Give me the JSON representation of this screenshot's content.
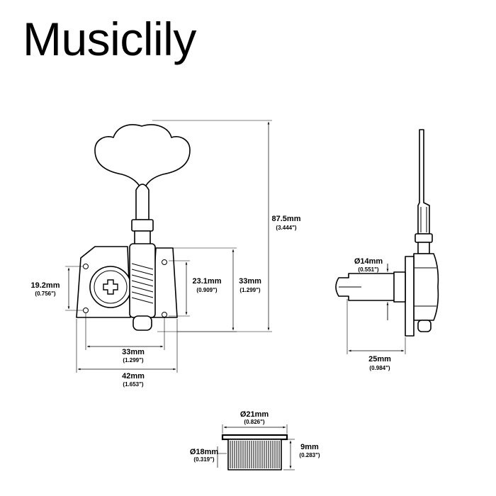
{
  "brand": {
    "name": "Musiclily"
  },
  "dimensions": {
    "total_length": {
      "mm": "87.5mm",
      "inch": "(3.444\")"
    },
    "plate_height": {
      "mm": "33mm",
      "inch": "(1.299\")"
    },
    "inner_height": {
      "mm": "23.1mm",
      "inch": "(0.909\")"
    },
    "hole_spacing": {
      "mm": "19.2mm",
      "inch": "(0.756\")"
    },
    "hole_width": {
      "mm": "33mm",
      "inch": "(1.299\")"
    },
    "plate_width": {
      "mm": "42mm",
      "inch": "(1.653\")"
    },
    "post_diameter": {
      "mm": "Ø14mm",
      "inch": "(0.551\")"
    },
    "post_length": {
      "mm": "25mm",
      "inch": "(0.984\")"
    },
    "bushing_outer": {
      "mm": "Ø21mm",
      "inch": "(0.826\")"
    },
    "bushing_inner": {
      "mm": "Ø18mm",
      "inch": "(0.319\")"
    },
    "bushing_height": {
      "mm": "9mm",
      "inch": "(0.283\")"
    }
  },
  "colors": {
    "ink": "#000000",
    "background": "#ffffff"
  }
}
